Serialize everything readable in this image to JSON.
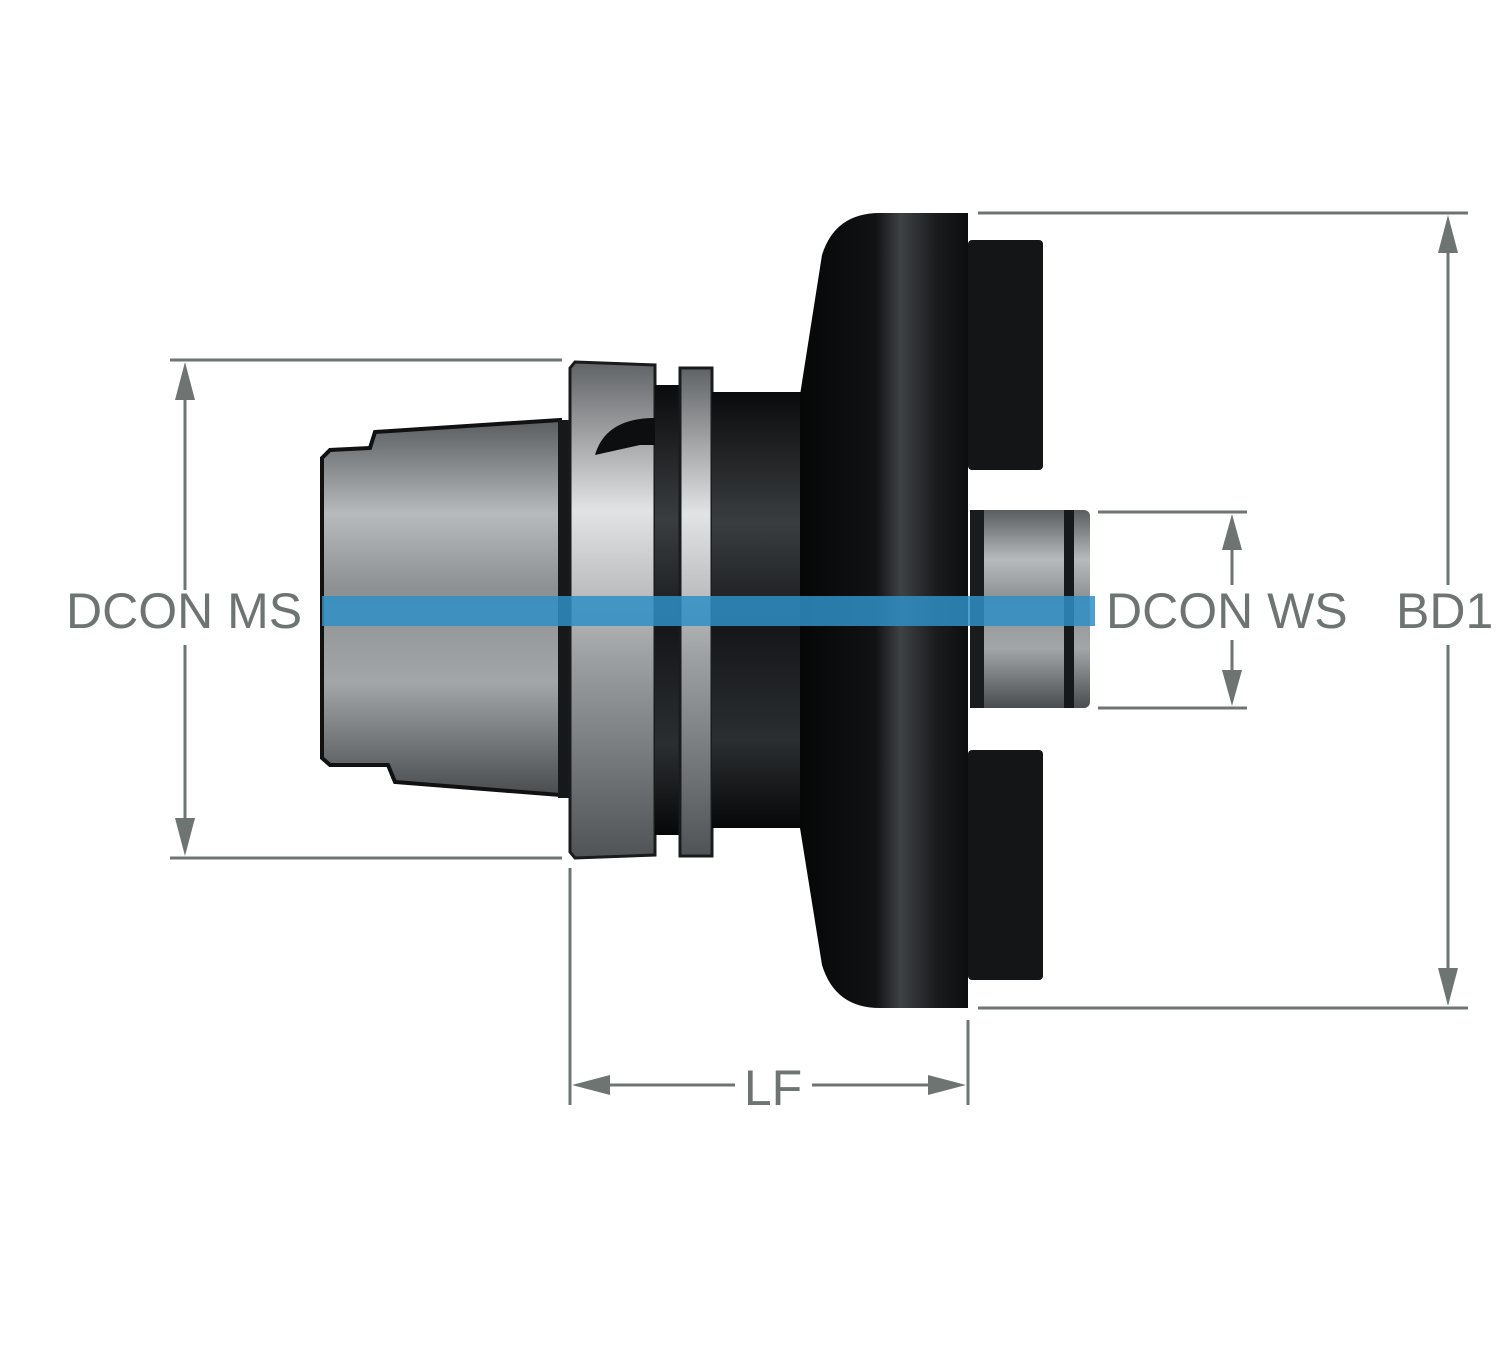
{
  "diagram": {
    "subject": "adapter",
    "labels": {
      "dcon_ms": "DCON MS",
      "dcon_ws": "DCON WS",
      "bd1": "BD1",
      "lf": "LF"
    },
    "colors": {
      "dimension": "#6e7472",
      "axis_band": "#2f8fc6",
      "body_dark": "#0b0c0d",
      "body_silver": "#a8abad"
    }
  }
}
